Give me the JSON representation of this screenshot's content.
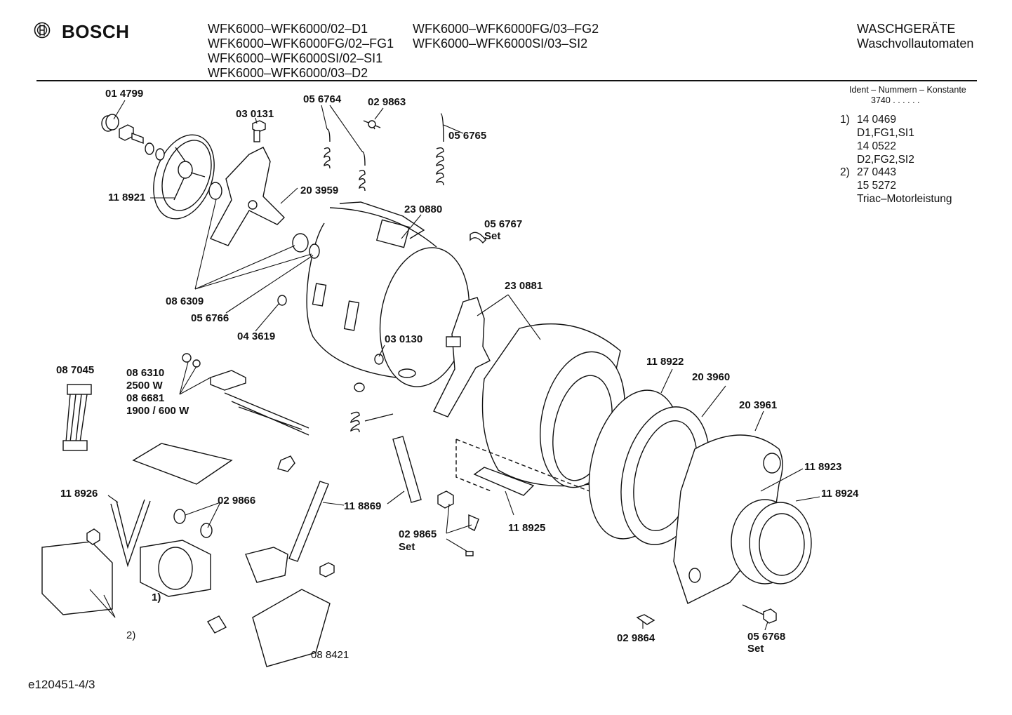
{
  "brand": {
    "name": "BOSCH"
  },
  "header": {
    "models_col1": [
      "WFK6000–WFK6000/02–D1",
      "WFK6000–WFK6000FG/02–FG1",
      "WFK6000–WFK6000SI/02–SI1",
      "WFK6000–WFK6000/03–D2"
    ],
    "models_col2": [
      "WFK6000–WFK6000FG/03–FG2",
      "WFK6000–WFK6000SI/03–SI2"
    ],
    "category": "WASCHGERÄTE",
    "subcategory": "Waschvollautomaten"
  },
  "ident": {
    "title": "Ident – Nummern – Konstante",
    "constant": "3740 . .  . . . .",
    "notes": [
      {
        "num": "1)",
        "lines": [
          "14 0469",
          "D1,FG1,SI1",
          "14 0522",
          "D2,FG2,SI2"
        ]
      },
      {
        "num": "2)",
        "lines": [
          "27 0443",
          "15 5272",
          "Triac–Motorleistung"
        ]
      }
    ]
  },
  "parts": {
    "p014799": "01 4799",
    "p030131": "03 0131",
    "p056764": "05 6764",
    "p029863": "02 9863",
    "p056765": "05 6765",
    "p118921": "11 8921",
    "p203959": "20 3959",
    "p230880": "23 0880",
    "p056767": "05 6767",
    "p056767s": "Set",
    "p086309": "08 6309",
    "p056766": "05 6766",
    "p043619": "04 3619",
    "p230881": "23 0881",
    "p030130": "03 0130",
    "p087045": "08 7045",
    "p086310": "08 6310",
    "p2500": "2500 W",
    "p086681": "08 6681",
    "p1900": "1900 / 600 W",
    "p118922": "11 8922",
    "p203960": "20 3960",
    "p203961": "20 3961",
    "p118923": "11 8923",
    "p118924": "11 8924",
    "p118926": "11 8926",
    "p029866": "02 9866",
    "p118869": "11 8869",
    "p118925": "11 8925",
    "p029865": "02 9865",
    "p029865s": "Set",
    "pnote1": "1)",
    "pnote2": "2)",
    "p088421": "08 8421",
    "p029864": "02 9864",
    "p056768": "05 6768",
    "p056768s": "Set"
  },
  "footer": {
    "doc_id": "e120451-4/3"
  }
}
